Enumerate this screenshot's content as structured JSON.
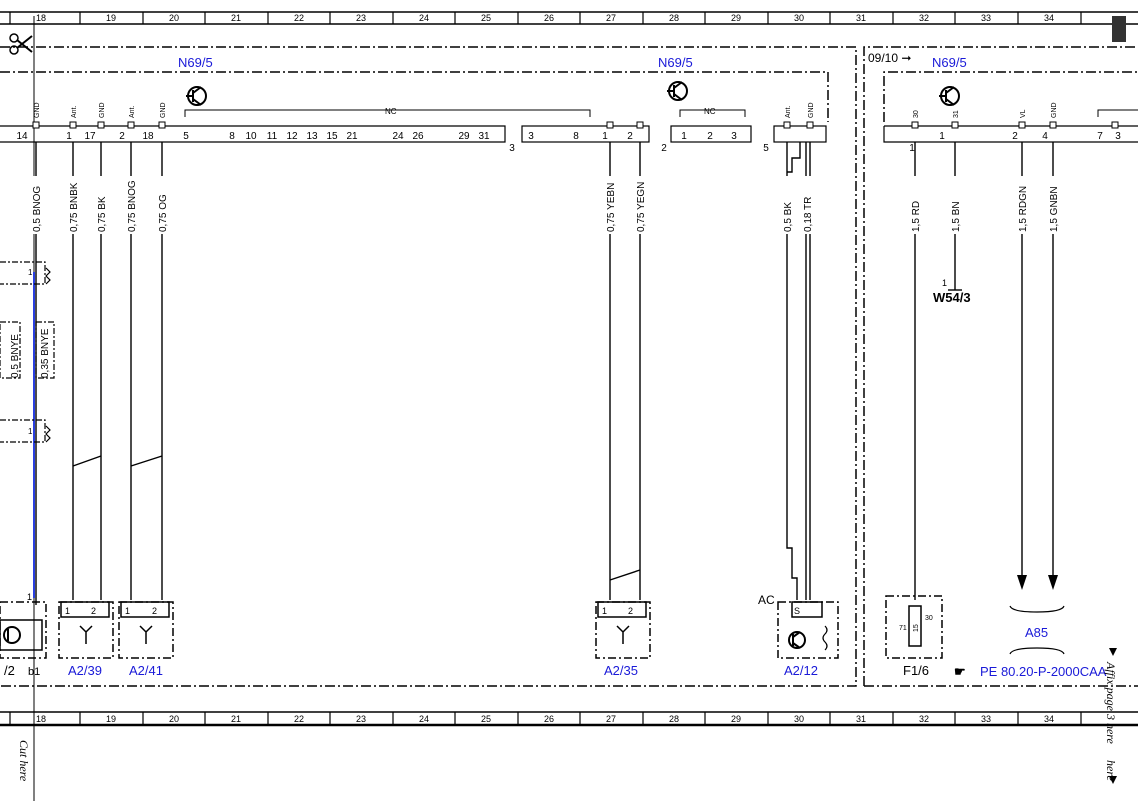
{
  "grid_columns": [
    "18",
    "19",
    "20",
    "21",
    "22",
    "23",
    "24",
    "25",
    "26",
    "27",
    "28",
    "29",
    "30",
    "31",
    "32",
    "33",
    "34"
  ],
  "modules": {
    "left_title": "N69/5",
    "mid_title": "N69/5",
    "right_title": "N69/5",
    "right_prefix": "09/10 ➞"
  },
  "nc_label": "NC",
  "pin_labels": {
    "gnd": "GND",
    "ant": "Ant.",
    "s": "S",
    "vl": "VL",
    "p30": "30",
    "p31": "31"
  },
  "connector_numbers": [
    "14",
    "1",
    "17",
    "2",
    "18",
    "5",
    "8",
    "10",
    "11",
    "12",
    "13",
    "15",
    "21",
    "24",
    "26",
    "29",
    "31",
    "3",
    "3",
    "8",
    "1",
    "2",
    "2",
    "1",
    "2",
    "3",
    "5",
    "1",
    "1",
    "2",
    "4",
    "3",
    "7"
  ],
  "wires": {
    "w_gnd_left": "0,5 BNOG",
    "w_a239_ant": "0,75 BNBK",
    "w_a239_gnd": "0,75 BK",
    "w_a241_ant": "0,75 BNOG",
    "w_a241_gnd": "0,75 OG",
    "w_a235_1": "0,75 YEBN",
    "w_a235_2": "0,75 YEGN",
    "w_a212_bk": "0,5 BK",
    "w_a212_tr": "0,18 TR",
    "w_f16": "1,5 RD",
    "w_w543": "1,5 BN",
    "w_a85_1": "1,5 RDGN",
    "w_a85_2": "1,5 GNBN",
    "w_left_a": "0,5 BNYE",
    "w_left_b": "0,35 BNYE"
  },
  "components": {
    "a239": "A2/39",
    "a241": "A2/41",
    "a235": "A2/35",
    "a212": "A2/12",
    "f16": "F1/6",
    "w543": "W54/3",
    "a85": "A85",
    "left_partial": "/2",
    "b1": "b1",
    "ac": "AC",
    "fuse_71": "71",
    "fuse_15": "15",
    "fuse_30": "30",
    "pin_1": "1",
    "pin_2": "2"
  },
  "reference": {
    "icon": "☛",
    "text": "PE 80.20-P-2000CAA"
  },
  "cut_labels": {
    "left": "Cut here",
    "right_top": "Affix page 3 here",
    "right_bottom": "here"
  }
}
